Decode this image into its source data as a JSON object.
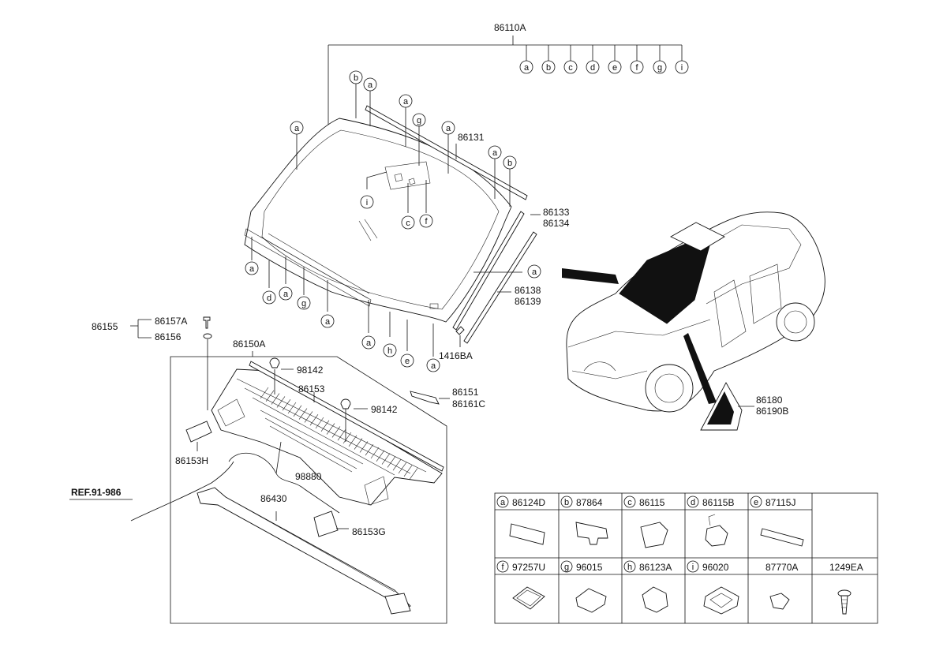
{
  "top_ref": {
    "label": "86110A",
    "callouts": [
      "a",
      "b",
      "c",
      "d",
      "e",
      "f",
      "g",
      "i"
    ]
  },
  "windshield_callouts": {
    "b1": "b",
    "a1": "a",
    "a2": "a",
    "g1": "g",
    "a3": "a",
    "a4": "a",
    "b2": "b",
    "a_left": "a",
    "i1": "i",
    "c1": "c",
    "f1": "f",
    "a5": "a",
    "d1": "d",
    "a6": "a",
    "g2": "g",
    "a7": "a",
    "a8": "a",
    "h1": "h",
    "e1": "e",
    "a9": "a",
    "a10": "a"
  },
  "labels": {
    "p86131": "86131",
    "p86133": "86133",
    "p86134": "86134",
    "p86138": "86138",
    "p86139": "86139",
    "p1416BA": "1416BA",
    "p86155": "86155",
    "p86157A": "86157A",
    "p86156": "86156",
    "p86150A": "86150A",
    "p98142a": "98142",
    "p86153": "86153",
    "p98142b": "98142",
    "p86151": "86151",
    "p86161C": "86161C",
    "p86153H": "86153H",
    "p98880": "98880",
    "p86430": "86430",
    "p86153G": "86153G",
    "ref": "REF.91-986",
    "p86180": "86180",
    "p86190B": "86190B"
  },
  "legend": {
    "row1": [
      {
        "letter": "a",
        "part": "86124D"
      },
      {
        "letter": "b",
        "part": "87864"
      },
      {
        "letter": "c",
        "part": "86115"
      },
      {
        "letter": "d",
        "part": "86115B"
      },
      {
        "letter": "e",
        "part": "87115J"
      }
    ],
    "row2": [
      {
        "letter": "f",
        "part": "97257U"
      },
      {
        "letter": "g",
        "part": "96015"
      },
      {
        "letter": "h",
        "part": "86123A"
      },
      {
        "letter": "i",
        "part": "96020"
      },
      {
        "letter": "",
        "part": "87770A"
      },
      {
        "letter": "",
        "part": "1249EA"
      }
    ]
  }
}
